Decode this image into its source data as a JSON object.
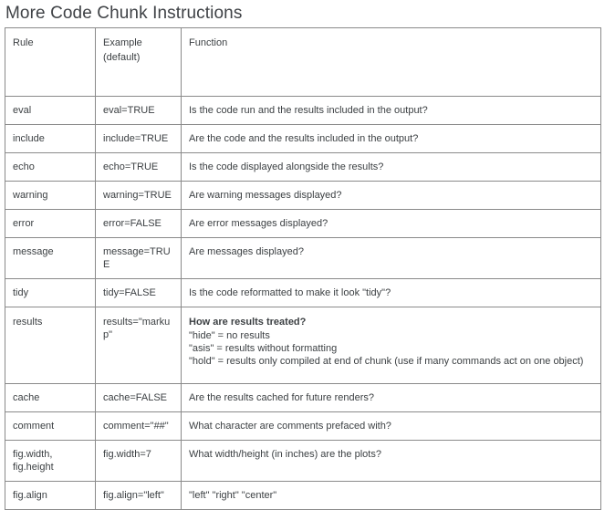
{
  "page": {
    "title": "More Code Chunk Instructions",
    "text_color": "#3c4043",
    "border_color": "#8a8a8a",
    "background": "#ffffff"
  },
  "table": {
    "headers": {
      "rule": "Rule",
      "example": "Example",
      "example_sub": "(default)",
      "function": "Function"
    },
    "rows": [
      {
        "rule": "eval",
        "example": "eval=TRUE",
        "function": "Is the code run and the results included in the output?"
      },
      {
        "rule": "include",
        "example": "include=TRUE",
        "function": "Are the code and the results included in the output?"
      },
      {
        "rule": "echo",
        "example": "echo=TRUE",
        "function": "Is the code displayed alongside the results?"
      },
      {
        "rule": "warning",
        "example": "warning=TRUE",
        "function": "Are warning messages displayed?"
      },
      {
        "rule": "error",
        "example": "error=FALSE",
        "function": "Are error messages displayed?"
      },
      {
        "rule": "message",
        "example": "message=TRUE",
        "function": "Are messages displayed?"
      },
      {
        "rule": "tidy",
        "example": "tidy=FALSE",
        "function": "Is the code reformatted to make it look \"tidy\"?"
      },
      {
        "rule": "cache",
        "example": "cache=FALSE",
        "function": "Are the results cached for future renders?"
      },
      {
        "rule": "comment",
        "example": "comment=\"##\"",
        "function": "What character are comments prefaced with?"
      },
      {
        "rule": "fig.width, fig.height",
        "example": "fig.width=7",
        "function": "What width/height (in inches) are the plots?"
      },
      {
        "rule": "fig.align",
        "example": "fig.align=\"left\"",
        "function": "\"left\" \"right\" \"center\""
      }
    ],
    "results_row": {
      "rule": "results",
      "example": "results=\"markup\"",
      "function_heading": "How are results treated?",
      "function_lines": [
        "\"hide\" = no results",
        "\"asis\" = results without formatting",
        "\"hold\" = results only compiled at end of chunk (use if many commands act on one object)"
      ]
    }
  }
}
